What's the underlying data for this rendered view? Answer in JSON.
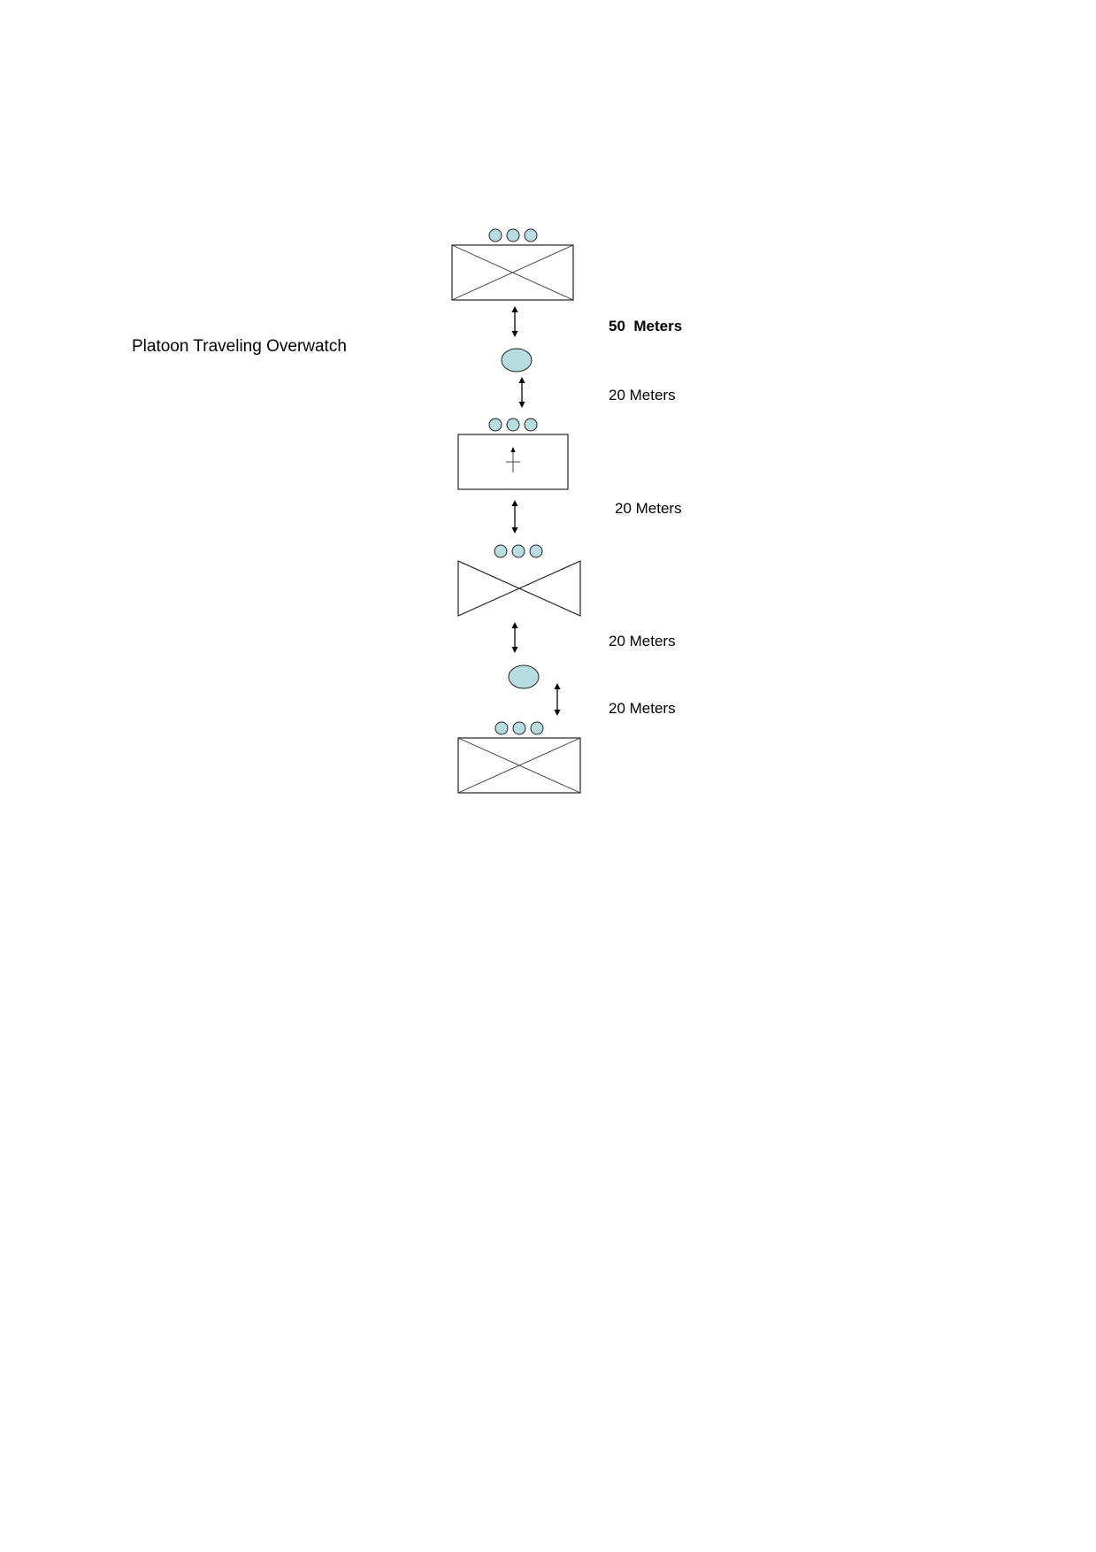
{
  "title": "Platoon Traveling Overwatch",
  "distances": [
    {
      "label": "50  Meters",
      "bold": true
    },
    {
      "label": "20 Meters",
      "bold": false
    },
    {
      "label": "20 Meters",
      "bold": false
    },
    {
      "label": "20 Meters",
      "bold": false
    },
    {
      "label": "20 Meters",
      "bold": false
    }
  ],
  "colors": {
    "soldier_fill": "#b7dde1",
    "outline": "#222222"
  },
  "icons": {
    "squad_box": "infantry-squad-symbol",
    "hq_box": "headquarters-cross-symbol",
    "bowtie": "weapons-squad-symbol",
    "leader_oval": "leader-oval",
    "distance_arrow": "double-headed-arrow"
  }
}
